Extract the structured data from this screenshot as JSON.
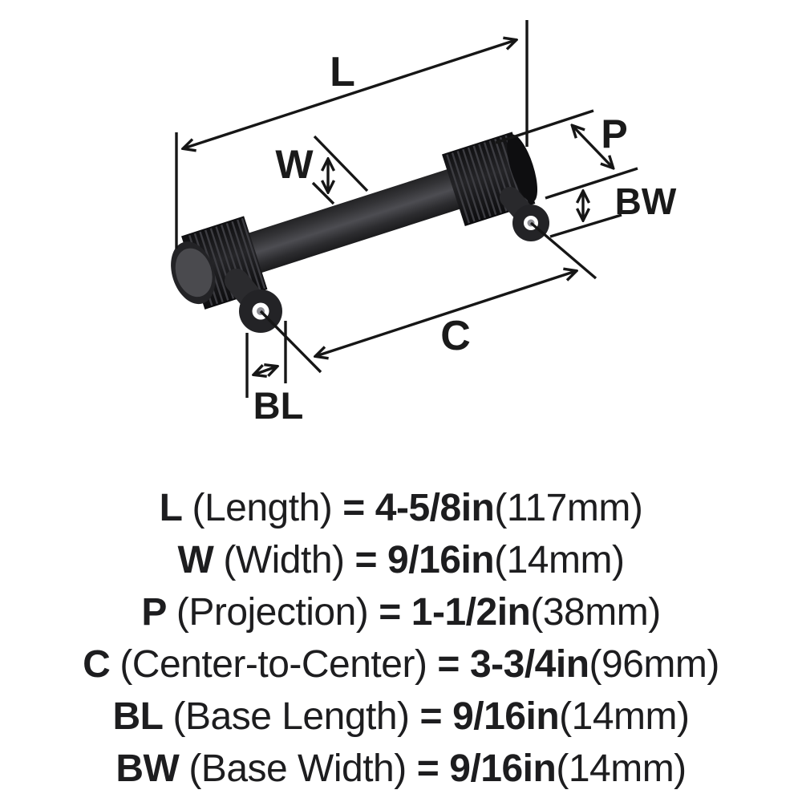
{
  "diagram": {
    "labels": {
      "length": "L",
      "width": "W",
      "projection": "P",
      "base_width": "BW",
      "center_to_center": "C",
      "base_length": "BL"
    }
  },
  "spec": {
    "rows": [
      {
        "code": "L",
        "name": "(Length)",
        "eq": "=",
        "value": "4-5/8in",
        "metric": "(117mm)"
      },
      {
        "code": "W",
        "name": "(Width)",
        "eq": "=",
        "value": "9/16in",
        "metric": "(14mm)"
      },
      {
        "code": "P",
        "name": "(Projection)",
        "eq": "=",
        "value": "1-1/2in",
        "metric": "(38mm)"
      },
      {
        "code": "C",
        "name": "(Center-to-Center)",
        "eq": "=",
        "value": "3-3/4in",
        "metric": "(96mm)"
      },
      {
        "code": "BL",
        "name": "(Base Length)",
        "eq": "=",
        "value": "9/16in",
        "metric": "(14mm)"
      },
      {
        "code": "BW",
        "name": "(Base Width)",
        "eq": "=",
        "value": "9/16in",
        "metric": "(14mm)"
      }
    ]
  },
  "colors": {
    "background": "#ffffff",
    "dimension_line": "#161616",
    "label_text": "#1a1a1a",
    "legend_text": "#1d1d1f",
    "hardware_finish_matte_black": "#1a1a1c"
  }
}
